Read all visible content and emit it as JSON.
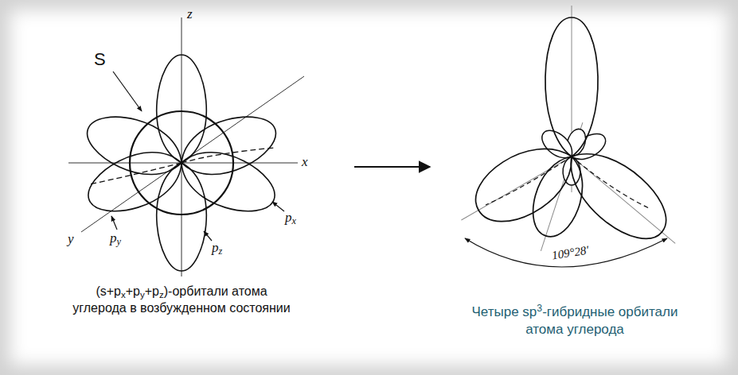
{
  "diagram": {
    "labels": [
      "z",
      "x",
      "y",
      "S",
      "px",
      "py",
      "pz",
      "(s+px+py+pz)-орбитали атома углерода в возбужденном состоянии",
      "109°28′",
      "Четыре sp3-гибридные орбитали атома углерода"
    ]
  }
}
